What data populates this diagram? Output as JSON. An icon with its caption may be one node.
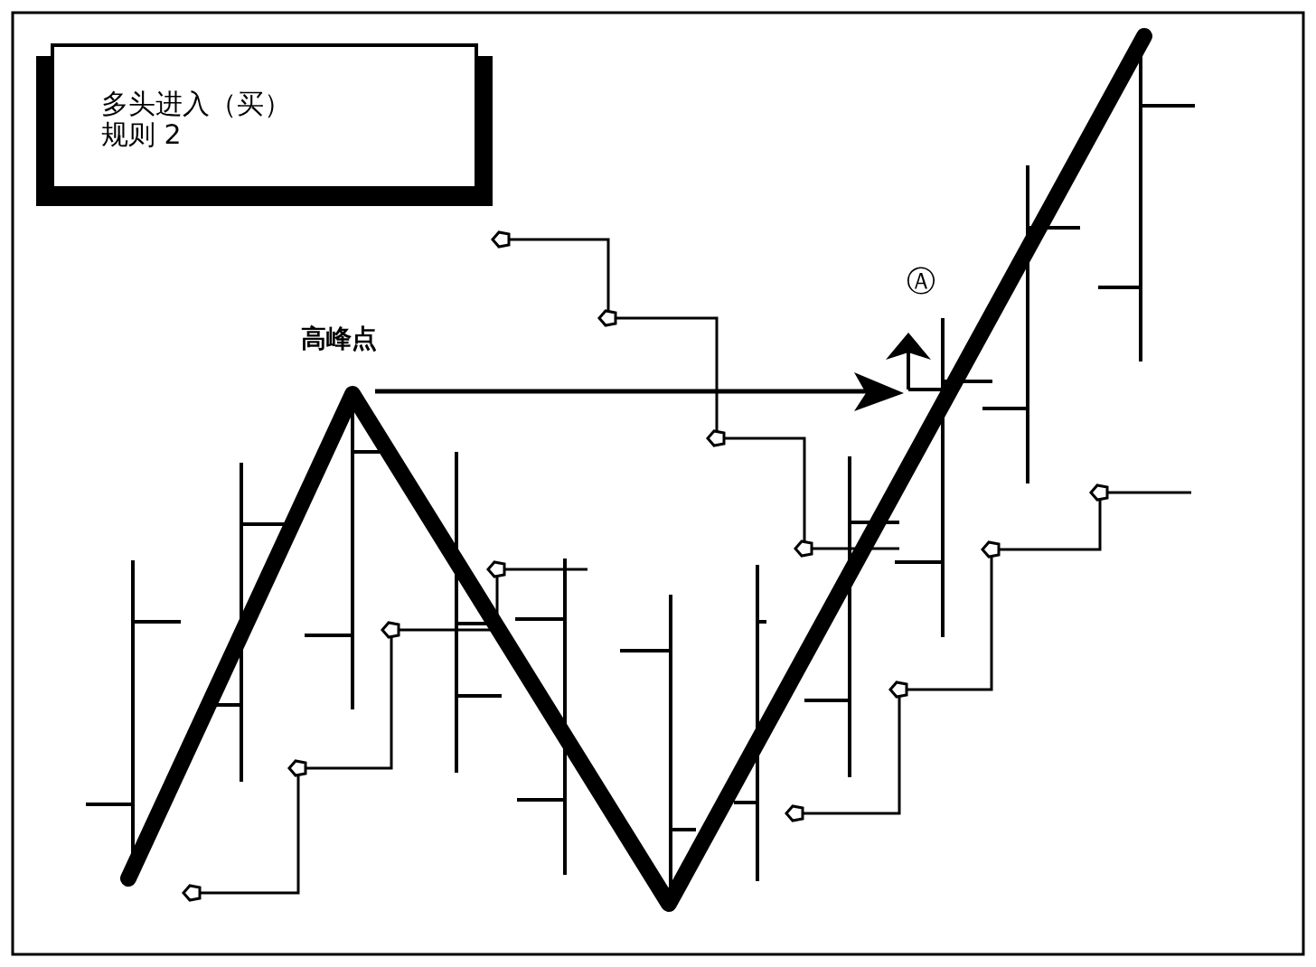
{
  "diagram": {
    "nodes": [
      {
        "text": [
          "多头进入（买）",
          "规则 2"
        ]
      }
    ],
    "labels": [
      "高峰点",
      "Ⓐ"
    ]
  }
}
